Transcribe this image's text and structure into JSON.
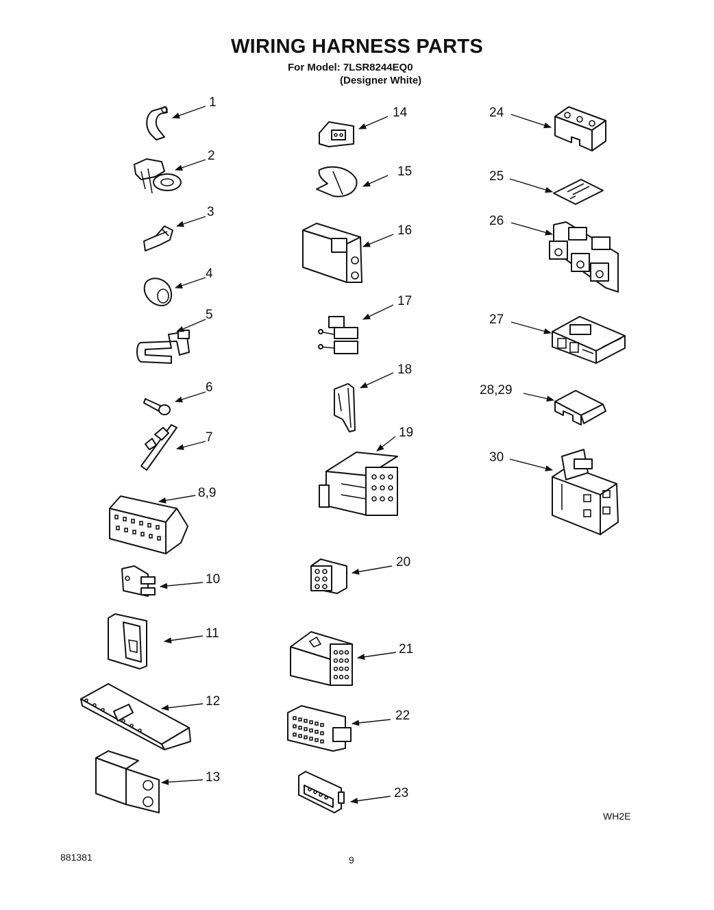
{
  "header": {
    "title": "WIRING HARNESS PARTS",
    "model_line": "For Model: 7LSR8244EQ0",
    "model_variant": "(Designer White)"
  },
  "parts": [
    {
      "label": "1"
    },
    {
      "label": "2"
    },
    {
      "label": "3"
    },
    {
      "label": "4"
    },
    {
      "label": "5"
    },
    {
      "label": "6"
    },
    {
      "label": "7"
    },
    {
      "label": "8,9"
    },
    {
      "label": "10"
    },
    {
      "label": "11"
    },
    {
      "label": "12"
    },
    {
      "label": "13"
    },
    {
      "label": "14"
    },
    {
      "label": "15"
    },
    {
      "label": "16"
    },
    {
      "label": "17"
    },
    {
      "label": "18"
    },
    {
      "label": "19"
    },
    {
      "label": "20"
    },
    {
      "label": "21"
    },
    {
      "label": "22"
    },
    {
      "label": "23"
    },
    {
      "label": "24"
    },
    {
      "label": "25"
    },
    {
      "label": "26"
    },
    {
      "label": "27"
    },
    {
      "label": "28,29"
    },
    {
      "label": "30"
    }
  ],
  "footer": {
    "doc_number": "881381",
    "page_number": "9",
    "code": "WH2E"
  }
}
